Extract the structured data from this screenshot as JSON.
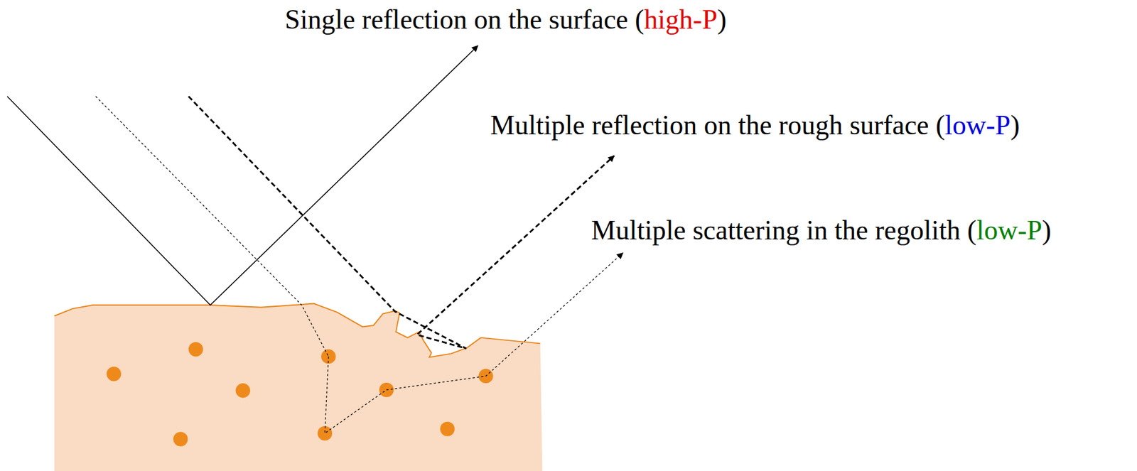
{
  "diagram": {
    "labels": [
      "Single reflection on the surface (high-P)",
      "Multiple reflection on the rough surface (low-P)",
      "Multiple scattering in the regolith (low-P)"
    ]
  }
}
